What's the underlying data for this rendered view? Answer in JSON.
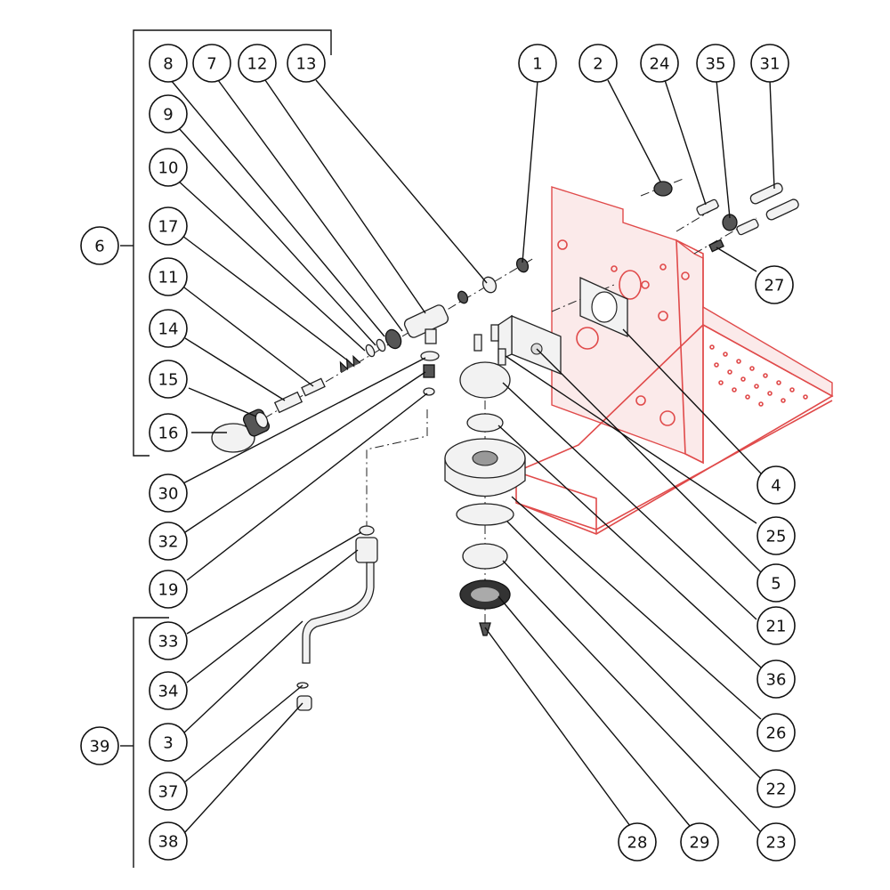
{
  "diagram": {
    "callouts": [
      {
        "id": "c8",
        "label": "8"
      },
      {
        "id": "c7",
        "label": "7"
      },
      {
        "id": "c12",
        "label": "12"
      },
      {
        "id": "c13",
        "label": "13"
      },
      {
        "id": "c9",
        "label": "9"
      },
      {
        "id": "c10",
        "label": "10"
      },
      {
        "id": "c17",
        "label": "17"
      },
      {
        "id": "c11",
        "label": "11"
      },
      {
        "id": "c14",
        "label": "14"
      },
      {
        "id": "c15",
        "label": "15"
      },
      {
        "id": "c16",
        "label": "16"
      },
      {
        "id": "c6",
        "label": "6"
      },
      {
        "id": "c30",
        "label": "30"
      },
      {
        "id": "c32",
        "label": "32"
      },
      {
        "id": "c19",
        "label": "19"
      },
      {
        "id": "c33",
        "label": "33"
      },
      {
        "id": "c34",
        "label": "34"
      },
      {
        "id": "c3",
        "label": "3"
      },
      {
        "id": "c37",
        "label": "37"
      },
      {
        "id": "c38",
        "label": "38"
      },
      {
        "id": "c39",
        "label": "39"
      },
      {
        "id": "c1",
        "label": "1"
      },
      {
        "id": "c2",
        "label": "2"
      },
      {
        "id": "c24",
        "label": "24"
      },
      {
        "id": "c35",
        "label": "35"
      },
      {
        "id": "c31",
        "label": "31"
      },
      {
        "id": "c27",
        "label": "27"
      },
      {
        "id": "c4",
        "label": "4"
      },
      {
        "id": "c25",
        "label": "25"
      },
      {
        "id": "c5",
        "label": "5"
      },
      {
        "id": "c21",
        "label": "21"
      },
      {
        "id": "c36",
        "label": "36"
      },
      {
        "id": "c26",
        "label": "26"
      },
      {
        "id": "c22",
        "label": "22"
      },
      {
        "id": "c23",
        "label": "23"
      },
      {
        "id": "c28",
        "label": "28"
      },
      {
        "id": "c29",
        "label": "29"
      }
    ]
  },
  "colors": {
    "frame": "#e04a4a",
    "ink": "#111111"
  }
}
